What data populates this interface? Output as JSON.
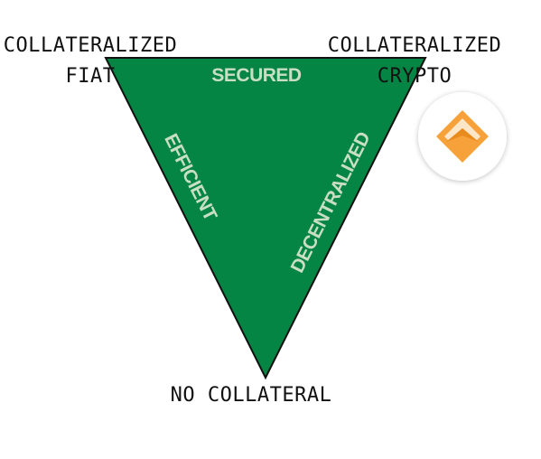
{
  "diagram": {
    "vertices": {
      "top_left": {
        "lines": [
          "COLLATERALIZED",
          "FIAT"
        ]
      },
      "top_right": {
        "lines": [
          "COLLATERALIZED",
          "CRYPTO"
        ]
      },
      "bottom": {
        "lines": [
          "NO COLLATERAL"
        ]
      }
    },
    "edges": {
      "top": "SECURED",
      "left": "EFFICIENT",
      "right": "DECENTRALIZED"
    },
    "colors": {
      "triangle_fill": "#058543",
      "triangle_stroke": "#111111",
      "edge_text": "#c9dfc4",
      "logo_orange": "#f6a13a",
      "logo_orange_dark": "#e98a1f",
      "logo_circle": "#ffffff"
    },
    "logo": {
      "icon": "dai-diamond-logo-icon"
    }
  }
}
